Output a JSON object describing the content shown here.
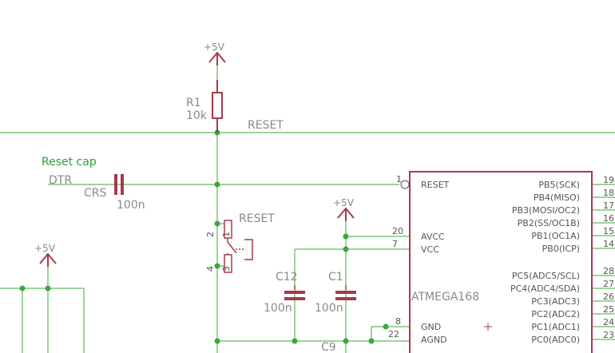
{
  "colors": {
    "wire": "#3aa83a",
    "part": "#a83a4a",
    "label": "#8a8a8a",
    "note": "#2e9e2e"
  },
  "supply": {
    "top": "+5V",
    "mid": "+5V",
    "left": "+5V"
  },
  "nets": {
    "reset_top": "RESET",
    "dtr": "DTR"
  },
  "note": "Reset cap",
  "resistor": {
    "name": "R1",
    "value": "10k"
  },
  "cap_crs": {
    "name": "CRS",
    "value": "100n"
  },
  "switch": {
    "name": "RESET",
    "pin_a": "2",
    "pin_b": "1",
    "pin_c": "4",
    "pin_d": "3"
  },
  "cap_c12": {
    "name": "C12",
    "value": "100n"
  },
  "cap_c1": {
    "name": "C1",
    "value": "100n"
  },
  "cap_c9": {
    "name": "C9"
  },
  "chip": {
    "name": "ATMEGA168",
    "left_pins": [
      {
        "num": "1",
        "label": "RESET"
      },
      {
        "num": "20",
        "label": "AVCC"
      },
      {
        "num": "7",
        "label": "VCC"
      },
      {
        "num": "8",
        "label": "GND"
      },
      {
        "num": "22",
        "label": "AGND"
      }
    ],
    "right_pins": [
      {
        "num": "19",
        "label": "PB5(SCK)"
      },
      {
        "num": "18",
        "label": "PB4(MISO)"
      },
      {
        "num": "17",
        "label": "PB3(MOSI/OC2)"
      },
      {
        "num": "16",
        "label": "PB2(SS/OC1B)"
      },
      {
        "num": "15",
        "label": "PB1(OC1A)"
      },
      {
        "num": "14",
        "label": "PB0(ICP)"
      },
      {
        "num": "28",
        "label": "PC5(ADC5/SCL)"
      },
      {
        "num": "27",
        "label": "PC4(ADC4/SDA)"
      },
      {
        "num": "26",
        "label": "PC3(ADC3)"
      },
      {
        "num": "25",
        "label": "PC2(ADC2)"
      },
      {
        "num": "24",
        "label": "PC1(ADC1)"
      },
      {
        "num": "23",
        "label": "PC0(ADC0)"
      }
    ]
  }
}
